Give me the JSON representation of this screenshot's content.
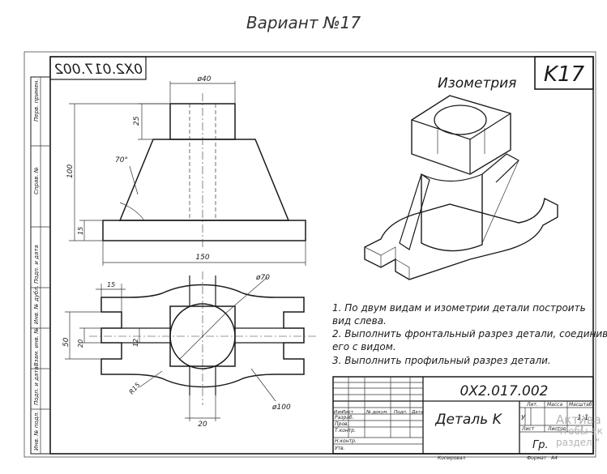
{
  "heading": "Вариант №17",
  "doc_code": "0X2.017.002",
  "doc_code_mirrored": "0X2.017.002",
  "variant_badge": "K17",
  "isometry_label": "Изометрия",
  "dimensions": {
    "d40": "ø40",
    "h25": "25",
    "h100": "100",
    "h15": "15",
    "angle70": "70°",
    "w150": "150",
    "d70": "ø70",
    "w15": "15",
    "h50": "50",
    "h20": "20",
    "h12": "12",
    "r15": "R15",
    "d100": "ø100",
    "w20": "20"
  },
  "tasks": [
    "1. По двум видам и изометрии детали построить",
    "вид слева.",
    "2. Выполнить фронтальный разрез детали, соединив",
    "его с видом.",
    "3. Выполнить профильный разрез детали."
  ],
  "side_labels": [
    "Перв. примен.",
    "Справ. №",
    "Подп. и дата",
    "Инв. № дубл.",
    "Взам. инв. №",
    "Подп. и дата",
    "Инв. № подл."
  ],
  "title_block": {
    "part_name": "Деталь K",
    "col_headers": [
      "Изм",
      "Лист",
      "№ докум.",
      "Подп.",
      "Дата"
    ],
    "roles": [
      "Разраб.",
      "Пров.",
      "Т.контр.",
      "Н.контр.",
      "Утв."
    ],
    "lit_label": "Лит.",
    "mass_label": "Масса",
    "scale_label": "Масштаб",
    "scale_value": "1:1",
    "sheet_label": "Лист",
    "sheets_label": "Листов",
    "sheets_value": "1",
    "lit_value": "У",
    "group": "Гр.",
    "copied": "Копировал",
    "format": "Формат",
    "format_value": "А4"
  },
  "watermark": [
    "Актива",
    "Чтобы ак",
    "раздел \""
  ]
}
